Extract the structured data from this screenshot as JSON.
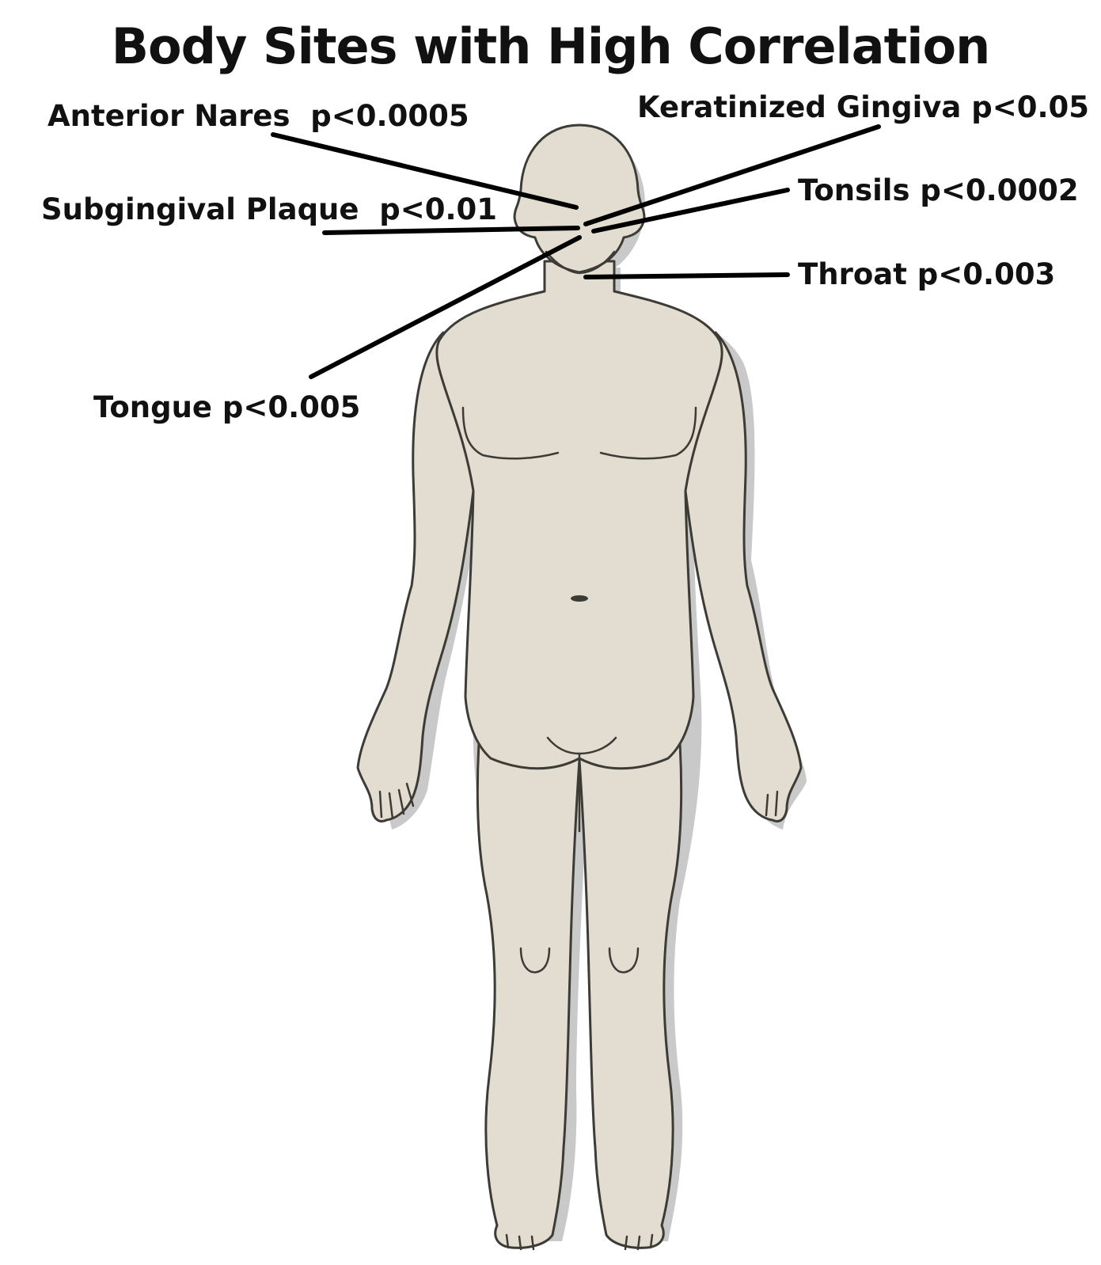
{
  "title": "Body Sites with High Correlation",
  "sites": [
    {
      "key": "anterior_nares",
      "label": "Anterior Nares  p<0.0005"
    },
    {
      "key": "keratinized_gingiva",
      "label": "Keratinized Gingiva p<0.05"
    },
    {
      "key": "tonsils",
      "label": "Tonsils p<0.0002"
    },
    {
      "key": "subgingival_plaque",
      "label": "Subgingival Plaque  p<0.01"
    },
    {
      "key": "throat",
      "label": "Throat p<0.003"
    },
    {
      "key": "tongue",
      "label": "Tongue p<0.005"
    }
  ],
  "colors": {
    "body_fill": "#e2ddd0",
    "outline": "#3d3b35",
    "shadow": "#c9c9c9",
    "leader": "#000000",
    "text": "#111111"
  }
}
